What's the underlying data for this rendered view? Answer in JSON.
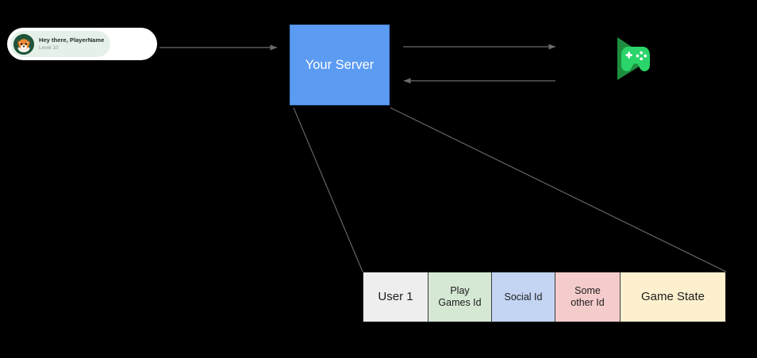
{
  "diagram": {
    "background_color": "#000000",
    "title_text": ""
  },
  "player_card": {
    "name": "player-greeting-card",
    "greeting": "Hey there, PlayerName",
    "level": "Level 10",
    "avatar_icon": "fox-avatar-icon",
    "card_color": "#ffffff",
    "pill_color": "#e4f0e8",
    "greeting_color": "#1e2b2b",
    "level_color": "#8a9694",
    "avatar_background": "#20543a",
    "avatar_fur": "#e8792c"
  },
  "server": {
    "label": "Your Server",
    "fill_color": "#5b9bf2",
    "text_color": "#ffffff"
  },
  "play_games": {
    "icon_name": "google-play-games-icon",
    "triangle_color": "#1e8e3e",
    "gamepad_color": "#2bd46a",
    "control_color": "#ffffff"
  },
  "arrows": [
    {
      "name": "arrow-client-to-server",
      "direction": "right",
      "color": "#6b6b6b"
    },
    {
      "name": "arrow-server-to-play-games",
      "direction": "right",
      "color": "#6b6b6b"
    },
    {
      "name": "arrow-play-games-to-server",
      "direction": "left",
      "color": "#6b6b6b"
    }
  ],
  "connectors": [
    {
      "name": "connector-server-to-table-left",
      "color": "#6b6b6b"
    },
    {
      "name": "connector-server-to-table-right",
      "color": "#6b6b6b"
    }
  ],
  "table": {
    "name": "user-record-table",
    "cells": [
      {
        "label": "User 1",
        "color": "#eeeeee"
      },
      {
        "label": "Play\nGames Id",
        "line1": "Play",
        "line2": "Games Id",
        "color": "#d5e8d4"
      },
      {
        "label": "Social Id",
        "color": "#c3d5f3"
      },
      {
        "label": "Some\nother Id",
        "line1": "Some",
        "line2": "other Id",
        "color": "#f5cccc"
      },
      {
        "label": "Game State",
        "color": "#fdf0ce"
      }
    ]
  }
}
